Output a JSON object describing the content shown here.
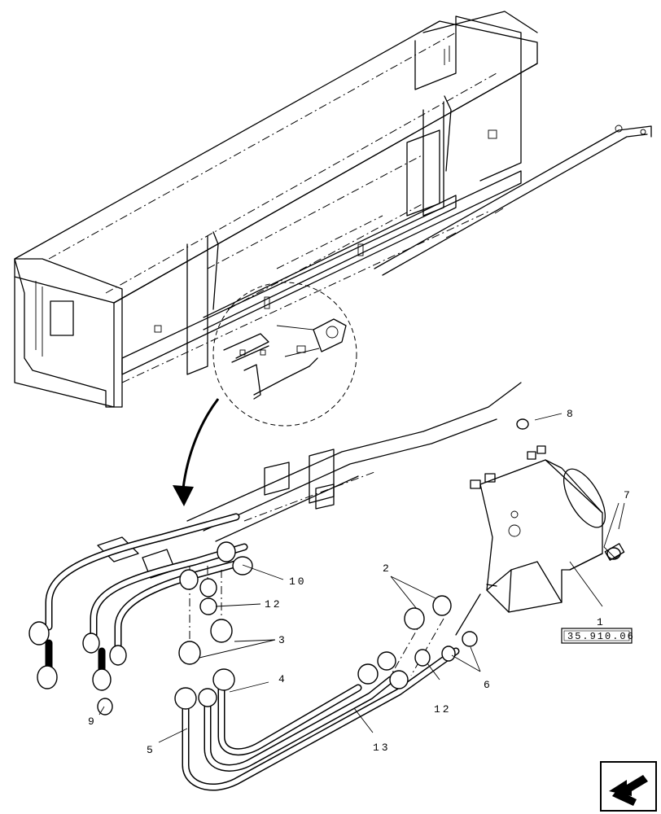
{
  "callouts": {
    "c1": "1",
    "c2": "2",
    "c3": "3",
    "c4": "4",
    "c5": "5",
    "c6": "6",
    "c7": "7",
    "c8": "8",
    "c9": "9",
    "c10": "10",
    "c12a": "12",
    "c12b": "12",
    "c13": "13"
  },
  "reference_box": "35.910.06",
  "icons": {
    "nav": "return-arrow-icon"
  }
}
